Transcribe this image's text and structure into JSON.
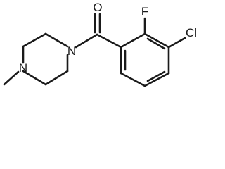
{
  "molecule": {
    "atoms": {
      "oxygen": "O",
      "fluorine": "F",
      "chlorine": "Cl",
      "nitrogen_amide": "N",
      "nitrogen_methyl": "N"
    }
  }
}
